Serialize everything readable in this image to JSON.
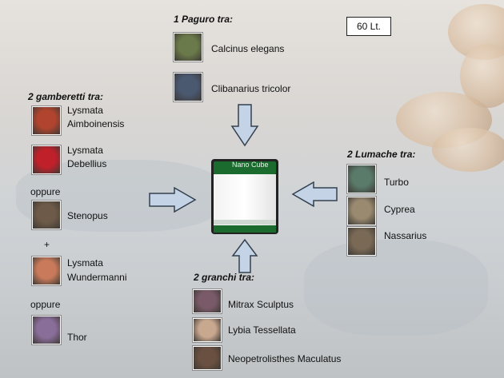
{
  "volume_badge": "60 Lt.",
  "tank": {
    "brand_label": "Nano Cube"
  },
  "groups": {
    "paguro": {
      "heading": "1 Paguro tra:",
      "items": [
        {
          "name": "Calcinus elegans",
          "color": "#6b7a4a"
        },
        {
          "name": "Clibanarius tricolor",
          "color": "#4a5870"
        }
      ]
    },
    "gamberetti": {
      "heading": "2 gamberetti tra:",
      "items": [
        {
          "name_line1": "Lysmata",
          "name_line2": "Aimboinensis",
          "color": "#b0442e"
        },
        {
          "name_line1": "Lysmata",
          "name_line2": "Debellius",
          "color": "#c0202a"
        },
        {
          "name": "Stenopus",
          "color": "#6d5a48"
        },
        {
          "name_line1": "Lysmata",
          "name_line2": "Wundermanni",
          "color": "#c87a5a"
        },
        {
          "name": "Thor",
          "color": "#8a6e9a"
        }
      ],
      "separator_oppure_1": "oppure",
      "separator_plus": "+",
      "separator_oppure_2": "oppure"
    },
    "lumache": {
      "heading": "2 Lumache tra:",
      "items": [
        {
          "name": "Turbo",
          "color": "#5a7a6a"
        },
        {
          "name": "Cyprea",
          "color": "#9a8a70"
        },
        {
          "name": "Nassarius",
          "color": "#7a6a55"
        }
      ]
    },
    "granchi": {
      "heading": "2 granchi tra:",
      "items": [
        {
          "name": "Mitrax Sculptus",
          "color": "#7a5a68"
        },
        {
          "name": "Lybia Tessellata",
          "color": "#c9a890"
        },
        {
          "name": "Neopetrolisthes Maculatus",
          "color": "#6a5040"
        }
      ]
    }
  }
}
